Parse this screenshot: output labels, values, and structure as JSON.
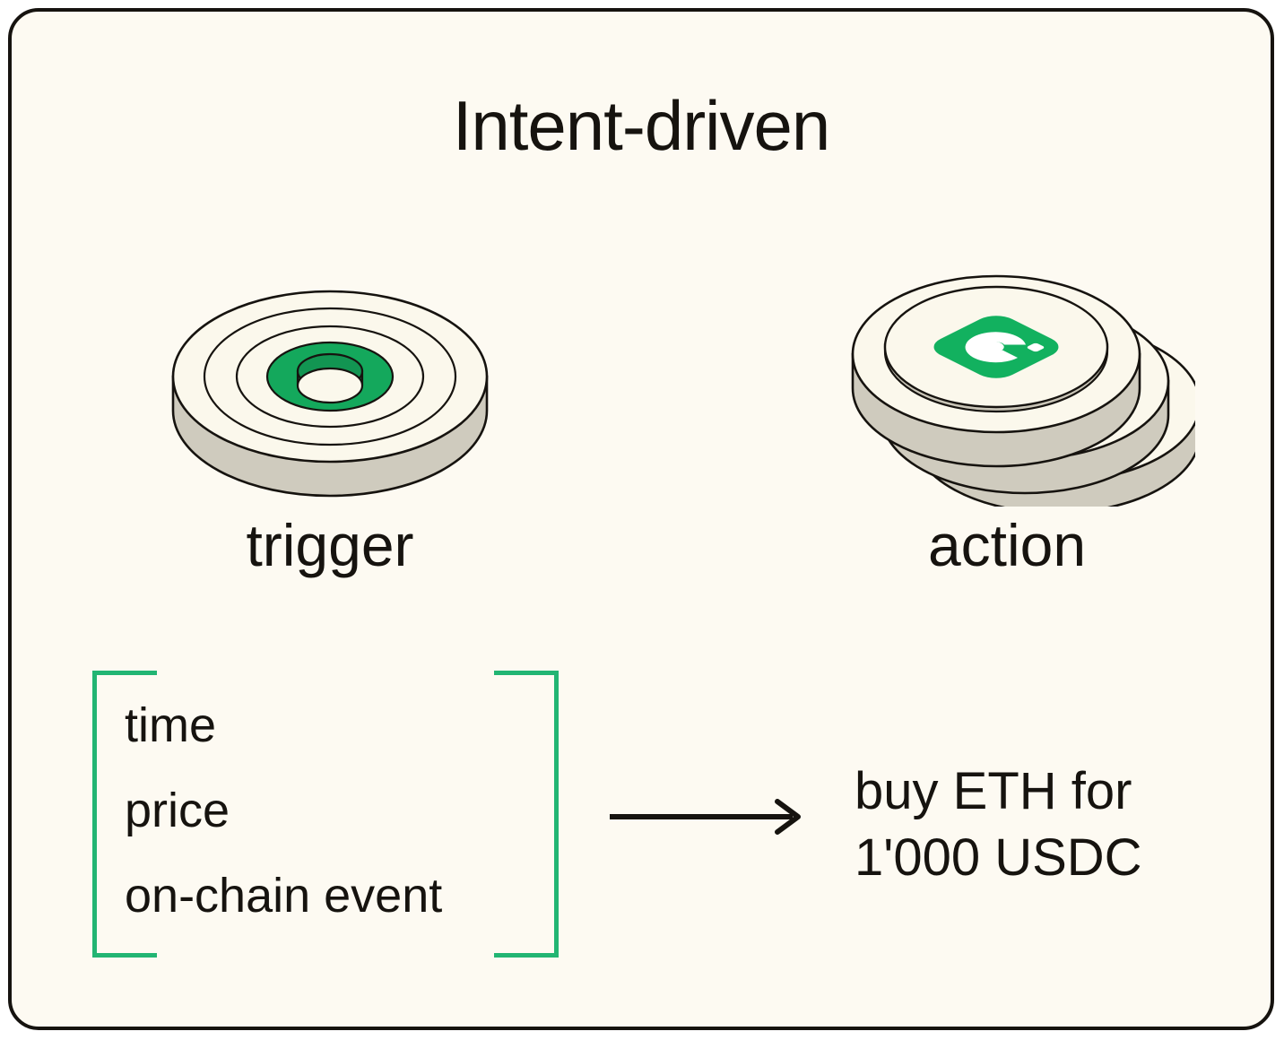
{
  "card": {
    "title": "Intent-driven",
    "background_color": "#FDFAF2",
    "border_color": "#16130F"
  },
  "colors": {
    "accent_green": "#14A85C",
    "bracket_green": "#22B573",
    "badge_green": "#12B15F",
    "disc_top": "#FBF8EC",
    "disc_side": "#CFCBBE",
    "ink": "#16130F"
  },
  "icons": {
    "trigger": {
      "label": "trigger",
      "icon_name": "bullseye-target-disc-icon"
    },
    "action": {
      "label": "action",
      "icon_name": "stacked-discs-icon",
      "badge_icon_name": "spiral-token-glyph-icon"
    }
  },
  "flow": {
    "trigger_list": [
      "time",
      "price",
      "on-chain event"
    ],
    "arrow_icon": "arrow-right-icon",
    "action_lines": [
      "buy ETH for",
      "1'000 USDC"
    ]
  }
}
